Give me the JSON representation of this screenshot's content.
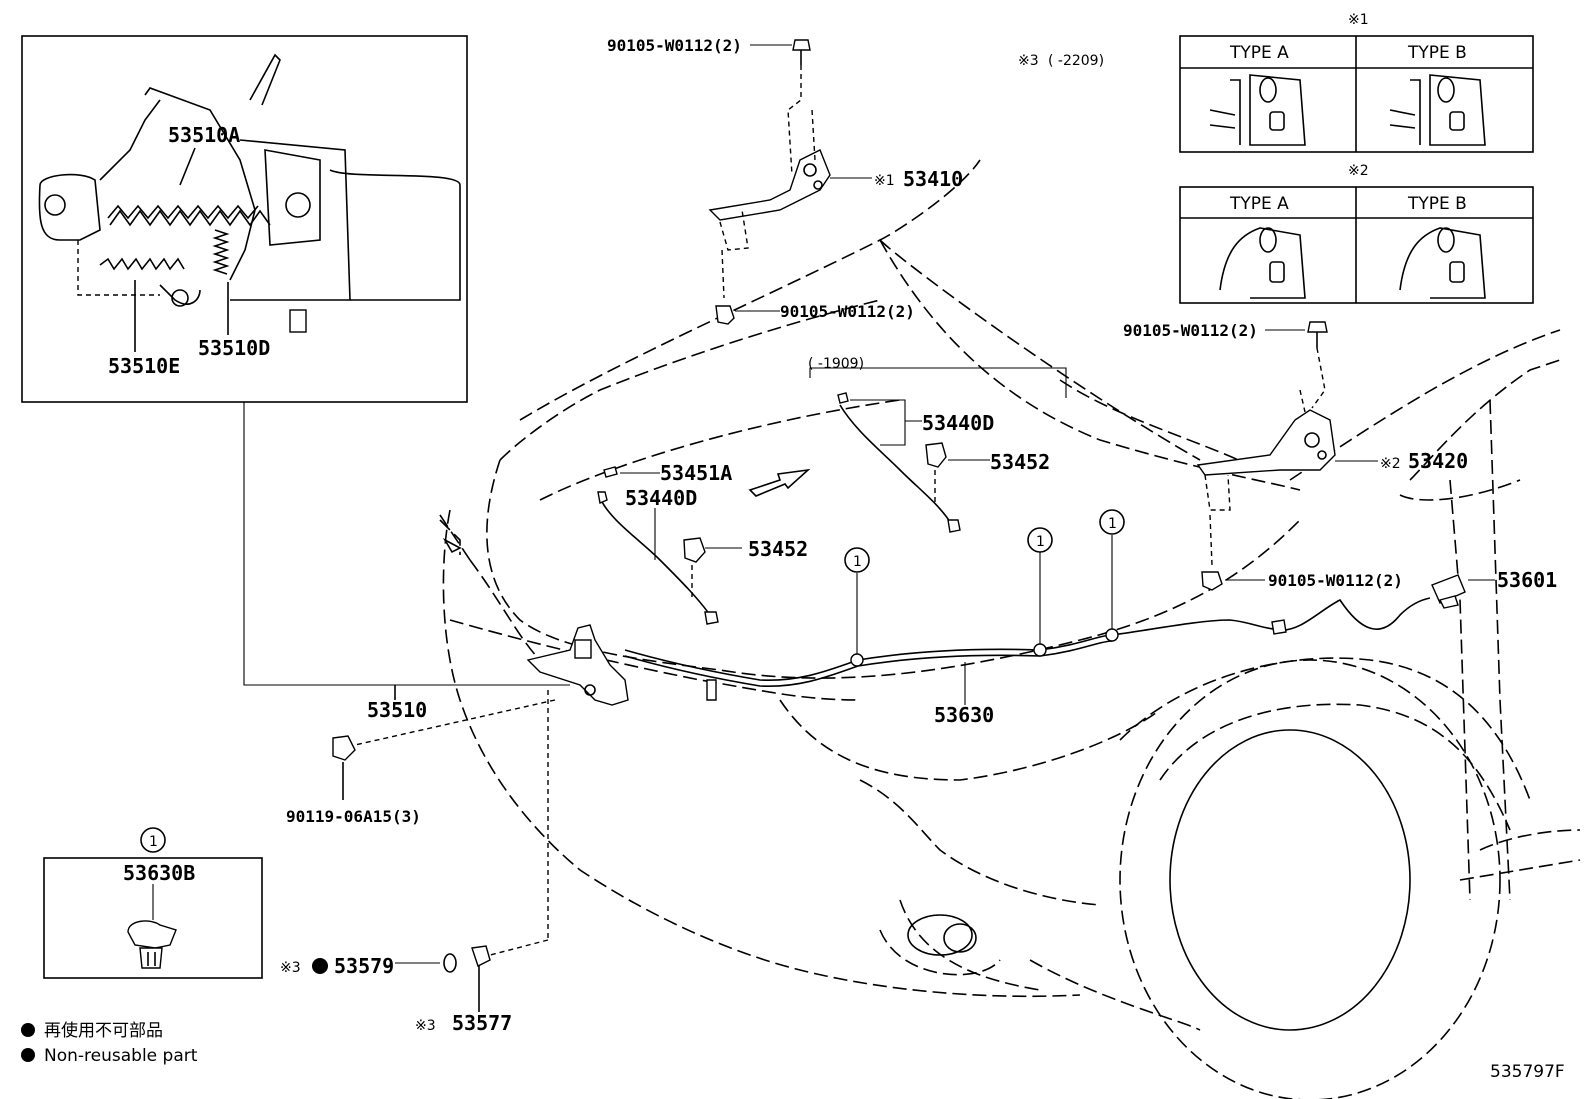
{
  "labels": {
    "bolt_top": "90105-W0112(2)",
    "bolt_mid_left": "90105-W0112(2)",
    "bolt_right_top": "90105-W0112(2)",
    "bolt_right_bottom": "90105-W0112(2)",
    "bolt_bottom": "90119-06A15(3)",
    "hinge_left": "53410",
    "hinge_left_mark": "※1",
    "hinge_right": "53420",
    "hinge_right_mark": "※2",
    "latch": "53510",
    "latch_detail_a": "53510A",
    "latch_detail_d": "53510D",
    "latch_detail_e": "53510E",
    "cushion_left": "53440D",
    "cushion_right": "53440D",
    "bumper_left": "53451A",
    "clip_left": "53452",
    "clip_right": "53452",
    "cable": "53630",
    "lever": "53601",
    "clamp_detail": "53630B",
    "circle_ref": "1",
    "item_53579": "53579",
    "item_53579_mark": "※3",
    "item_53577": "53577",
    "item_53577_mark": "※3",
    "date_range_1909": "(     -1909)",
    "note_mark3": "※3",
    "note_mark3_range": "(     -2209)",
    "drawing_no": "535797F"
  },
  "type_tables": [
    {
      "mark": "※1",
      "col_a": "TYPE  A",
      "col_b": "TYPE  B"
    },
    {
      "mark": "※2",
      "col_a": "TYPE  A",
      "col_b": "TYPE  B"
    }
  ],
  "legend": {
    "jp": "再使用不可部品",
    "en": "Non-reusable part"
  }
}
